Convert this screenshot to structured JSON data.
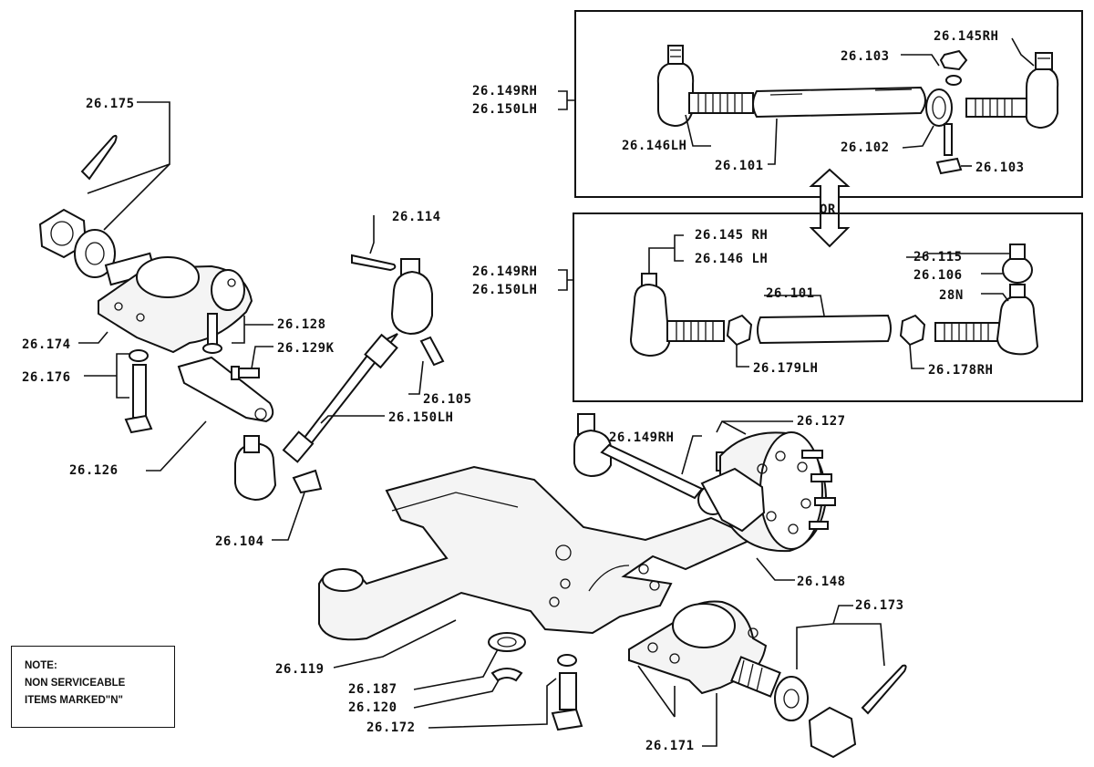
{
  "labels": {
    "l26175": "26.175",
    "l26174": "26.174",
    "l26176": "26.176",
    "l26126": "26.126",
    "l26128": "26.128",
    "l26129k": "26.129K",
    "l26114": "26.114",
    "l26105": "26.105",
    "l26150lh_mid": "26.150LH",
    "l26104": "26.104",
    "l26149rh_top": "26.149RH",
    "l26150lh_top": "26.150LH",
    "l26146lh_top": "26.146LH",
    "l26101_top": "26.101",
    "l26103_a": "26.103",
    "l26145rh_top": "26.145RH",
    "l26102": "26.102",
    "l26103_b": "26.103",
    "or_text": "OR",
    "l26149rh_bot": "26.149RH",
    "l26150lh_bot": "26.150LH",
    "l26145rh_bot": "26.145 RH",
    "l26146lh_bot": "26.146 LH",
    "l26101_bot": "26.101",
    "l26115": "26.115",
    "l26106": "26.106",
    "l28n": "28N",
    "l26179lh": "26.179LH",
    "l26178rh": "26.178RH",
    "l26127": "26.127",
    "l26149rh_mid": "26.149RH",
    "l26148": "26.148",
    "l26173": "26.173",
    "l26119": "26.119",
    "l26187": "26.187",
    "l26120": "26.120",
    "l26172": "26.172",
    "l26171": "26.171"
  },
  "note": {
    "line1": "NOTE:",
    "line2": "NON SERVICEABLE",
    "line3": "ITEMS MARKED\"N\""
  }
}
